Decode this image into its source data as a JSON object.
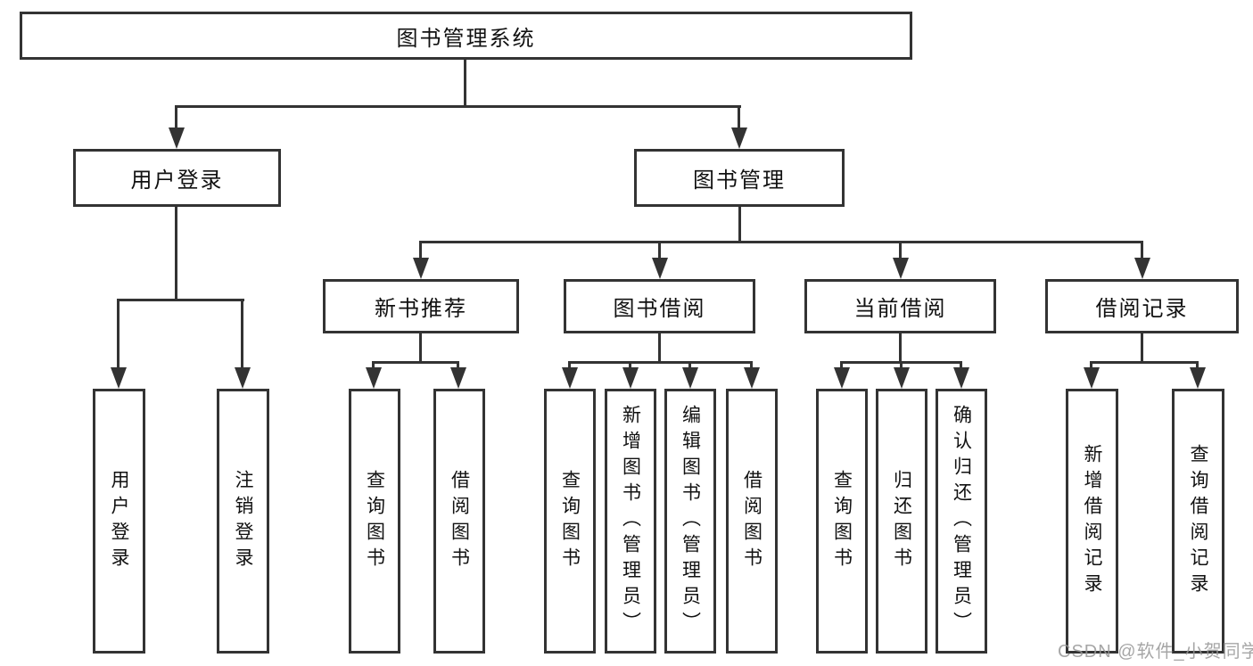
{
  "diagram": {
    "root": {
      "label": "图书管理系统"
    },
    "level2": {
      "user_login": {
        "label": "用户登录"
      },
      "book_management": {
        "label": "图书管理"
      }
    },
    "level3": {
      "new_book_recommend": {
        "label": "新书推荐"
      },
      "book_borrowing": {
        "label": "图书借阅"
      },
      "current_borrowing": {
        "label": "当前借阅"
      },
      "borrowing_records": {
        "label": "借阅记录"
      }
    },
    "leaves": {
      "user_login": {
        "label": "用户登录"
      },
      "logout": {
        "label": "注销登录"
      },
      "recommend_query_books": {
        "label": "查询图书"
      },
      "recommend_borrow_books": {
        "label": "借阅图书"
      },
      "borrowing_query_books": {
        "label": "查询图书"
      },
      "borrowing_add_books": {
        "label": "新增图书（管理员）"
      },
      "borrowing_edit_books": {
        "label": "编辑图书（管理员）"
      },
      "borrowing_borrow_books": {
        "label": "借阅图书"
      },
      "current_query_books": {
        "label": "查询图书"
      },
      "current_return_books": {
        "label": "归还图书"
      },
      "current_confirm_return": {
        "label": "确认归还（管理员）"
      },
      "records_add_record": {
        "label": "新增借阅记录"
      },
      "records_query_record": {
        "label": "查询借阅记录"
      }
    }
  },
  "watermark": {
    "text": "CSDN @软件_小贺同学"
  },
  "colors": {
    "line": "#333333",
    "text": "#111111",
    "watermark": "#9b9b9b",
    "background": "#ffffff"
  }
}
